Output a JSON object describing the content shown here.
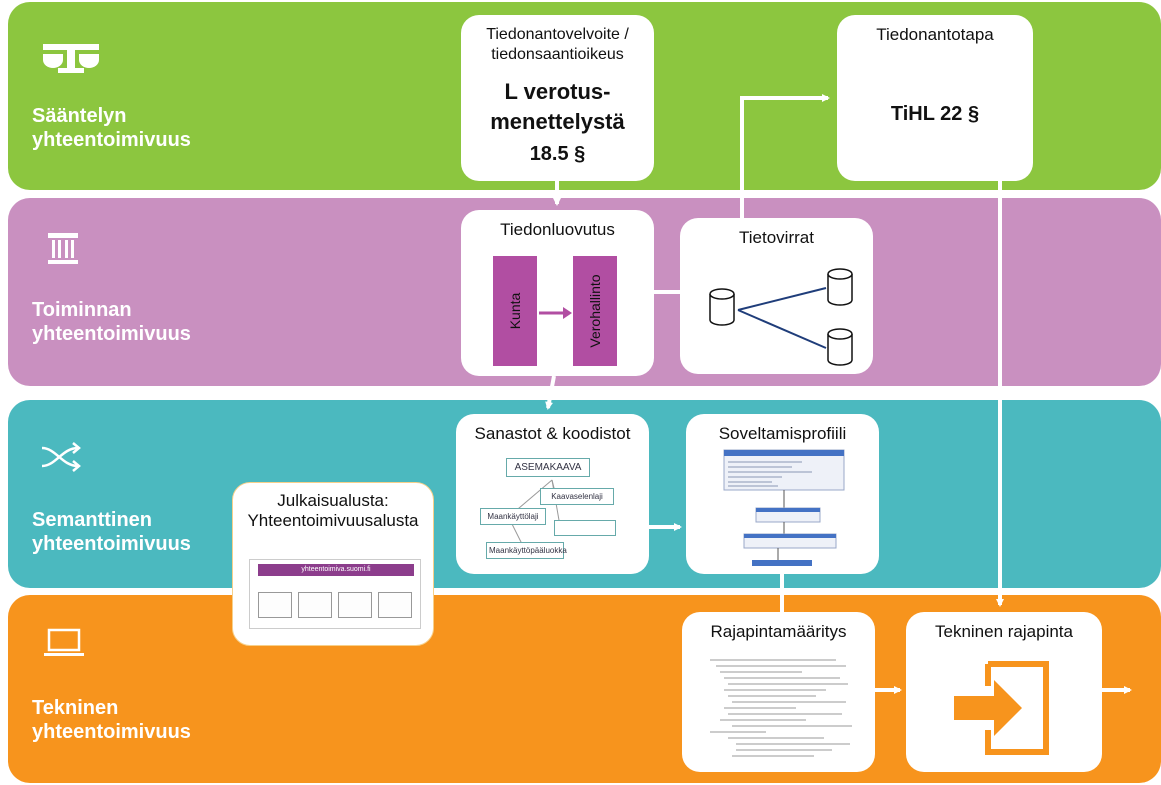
{
  "layers": {
    "regulatory": {
      "label_line1": "Sääntelyn",
      "label_line2": "yhteentoimivuus",
      "icon": "scales-icon"
    },
    "operational": {
      "label_line1": "Toiminnan",
      "label_line2": "yhteentoimivuus",
      "icon": "institution-icon"
    },
    "semantic": {
      "label_line1": "Semanttinen",
      "label_line2": "yhteentoimivuus",
      "icon": "shuffle-icon"
    },
    "technical": {
      "label_line1": "Tekninen",
      "label_line2": "yhteentoimivuus",
      "icon": "laptop-icon"
    }
  },
  "cards": {
    "obligation": {
      "title_line1": "Tiedonantovelvoite /",
      "title_line2": "tiedonsaantioikeus",
      "law_line1": "L verotus-",
      "law_line2": "menettelystä",
      "section": "18.5 §"
    },
    "disclosure_method": {
      "title": "Tiedonantotapa",
      "law": "TiHL  22 §"
    },
    "data_transfer": {
      "title": "Tiedonluovutus",
      "from": "Kunta",
      "to": "Verohallinto"
    },
    "data_flows": {
      "title": "Tietovirrat"
    },
    "vocabularies": {
      "title": "Sanastot & koodistot",
      "terms": [
        "ASEMAKAAVA",
        "Kaavaselenlaji",
        "Maankäyttölaji",
        "Maankäyttöpääluokka"
      ]
    },
    "application_profile": {
      "title": "Soveltamisprofiili"
    },
    "publishing_platform": {
      "title_line1": "Julkaisualusta:",
      "title_line2": "Yhteentoimivuusalusta",
      "url": "yhteentoimiva.suomi.fi"
    },
    "api_spec": {
      "title": "Rajapintamääritys"
    },
    "technical_api": {
      "title": "Tekninen rajapinta"
    }
  },
  "colors": {
    "regulatory": "#8cc63f",
    "operational": "#c990c0",
    "semantic": "#4bb9bf",
    "technical": "#f7941d",
    "transfer_box": "#b14ea2",
    "flow_line": "#1f3d7a"
  }
}
